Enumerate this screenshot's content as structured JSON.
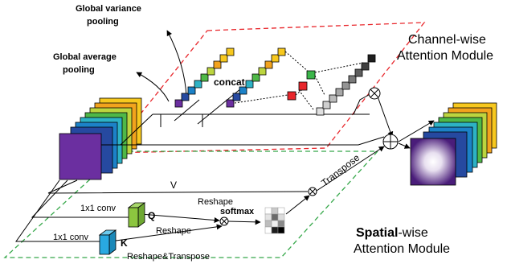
{
  "labels": {
    "global_variance_pooling_1": "Global variance",
    "global_variance_pooling_2": "pooling",
    "global_average_pooling_1": "Global average",
    "global_average_pooling_2": "pooling",
    "concat": "concat",
    "channel_module_1": "Channel-wise",
    "channel_module_2": "Attention Module",
    "spatial_module_1_bold": "Spatial",
    "spatial_module_1_rest": "-wise",
    "spatial_module_2": "Attention Module",
    "v": "V",
    "reshape_v": "Reshape",
    "conv_q": "1x1 conv",
    "q": "Q",
    "reshape_q": "Reshape",
    "softmax": "softmax",
    "conv_k": "1x1 conv",
    "k": "K",
    "reshape_transpose": "Reshape&Transpose",
    "transpose": "Transpose"
  },
  "colors": {
    "channel_box": "#e8262b",
    "spatial_box": "#36a84a",
    "input_front": "#6b2fa0",
    "q_block": "#8cc63f",
    "k_block": "#29a9e1"
  },
  "icons": {
    "multiply": "circled-times",
    "add": "circled-plus"
  }
}
